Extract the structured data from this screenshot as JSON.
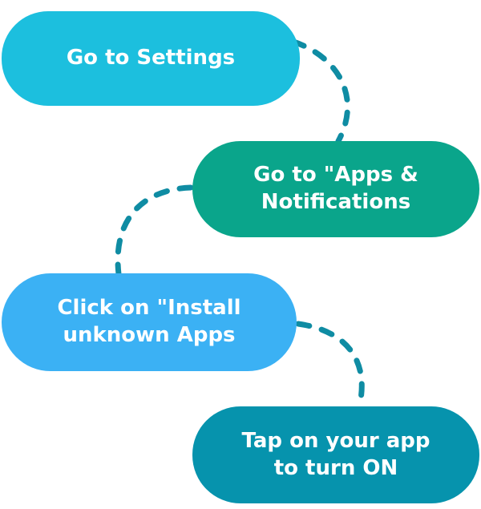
{
  "diagram": {
    "steps": [
      {
        "label": "Go to Settings",
        "color": "#1cbfde"
      },
      {
        "label": "Go to \"Apps &\nNotifications",
        "color": "#0aa58b"
      },
      {
        "label": "Click on \"Install\nunknown Apps",
        "color": "#3bb1f4"
      },
      {
        "label": "Tap on your app\nto turn ON",
        "color": "#0693ad"
      }
    ],
    "connector_color": "#0f8ca3"
  }
}
